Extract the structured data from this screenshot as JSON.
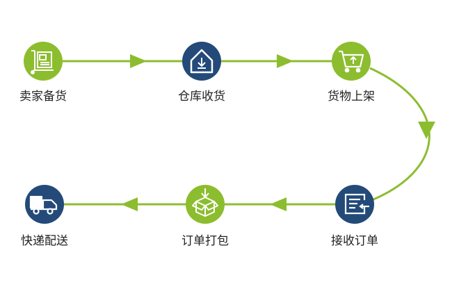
{
  "colors": {
    "green": "#8cbd2f",
    "navy": "#234a78",
    "white": "#ffffff"
  },
  "steps": [
    {
      "label": "卖家备货",
      "icon": "pallet-cart-icon",
      "color": "green"
    },
    {
      "label": "仓库收货",
      "icon": "warehouse-download-icon",
      "color": "navy"
    },
    {
      "label": "货物上架",
      "icon": "shopping-cart-up-icon",
      "color": "green"
    },
    {
      "label": "接收订单",
      "icon": "order-document-icon",
      "color": "navy"
    },
    {
      "label": "订单打包",
      "icon": "box-packing-icon",
      "color": "green"
    },
    {
      "label": "快递配送",
      "icon": "delivery-truck-icon",
      "color": "navy"
    }
  ]
}
